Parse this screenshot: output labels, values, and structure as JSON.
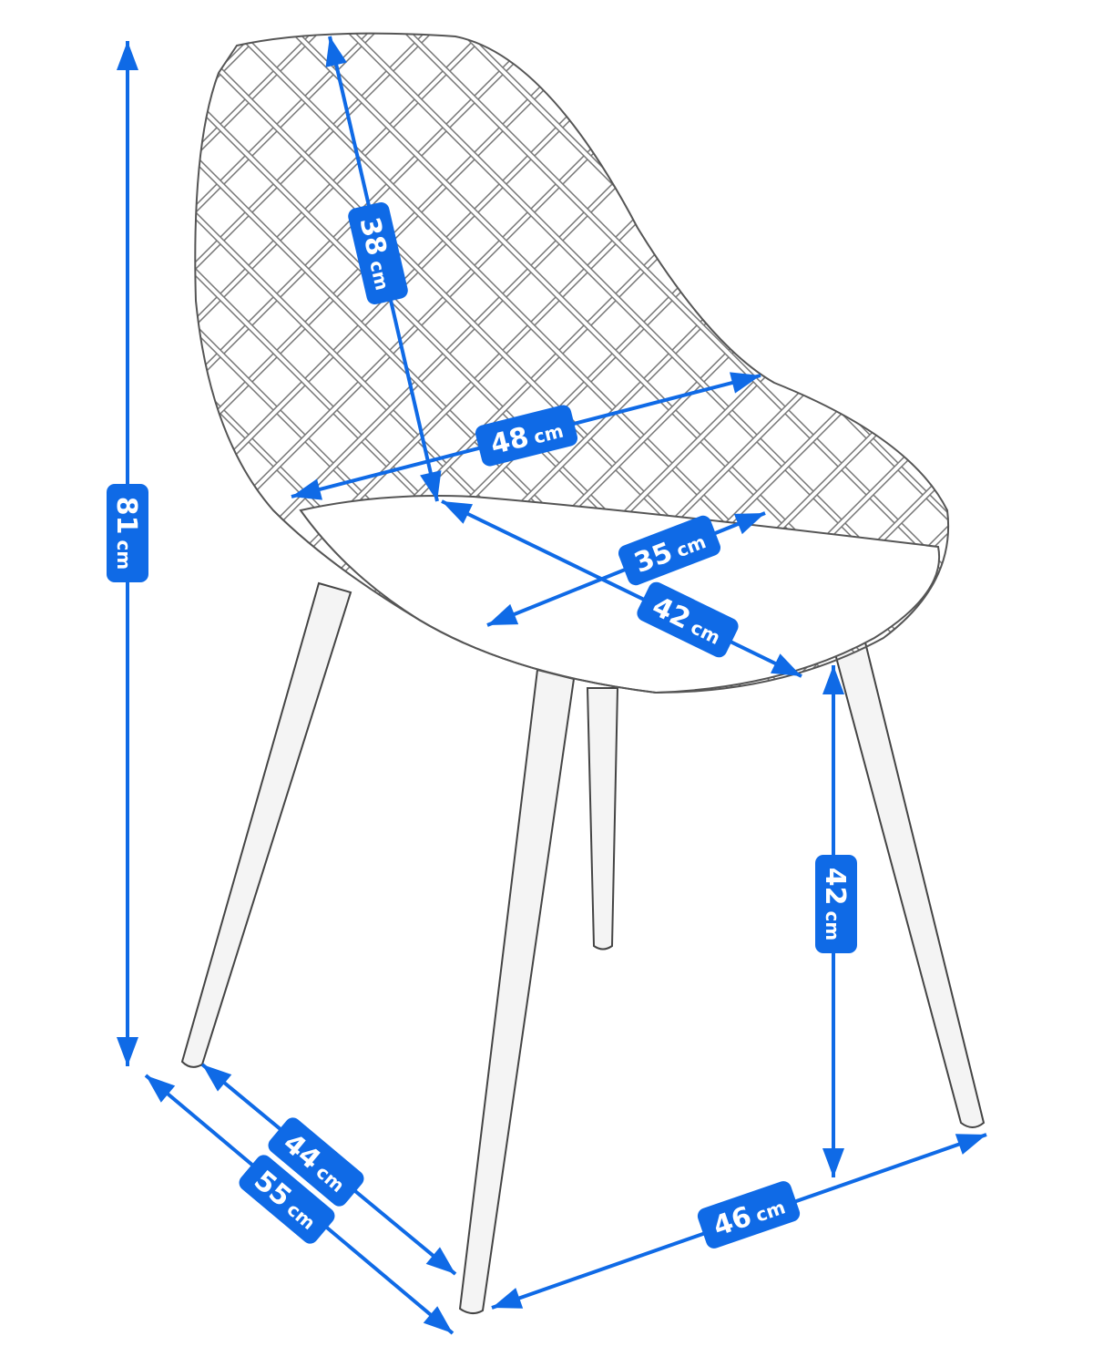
{
  "colors": {
    "dimension": "#0f6ae6",
    "sketch": "#555555"
  },
  "dimensions": [
    {
      "id": "overall-height",
      "value": "81",
      "unit": "cm"
    },
    {
      "id": "backrest-height",
      "value": "38",
      "unit": "cm"
    },
    {
      "id": "seat-width",
      "value": "48",
      "unit": "cm"
    },
    {
      "id": "seat-inner-width",
      "value": "35",
      "unit": "cm"
    },
    {
      "id": "seat-depth",
      "value": "42",
      "unit": "cm"
    },
    {
      "id": "seat-height",
      "value": "42",
      "unit": "cm"
    },
    {
      "id": "leg-depth",
      "value": "44",
      "unit": "cm"
    },
    {
      "id": "overall-depth",
      "value": "55",
      "unit": "cm"
    },
    {
      "id": "leg-width",
      "value": "46",
      "unit": "cm"
    }
  ]
}
